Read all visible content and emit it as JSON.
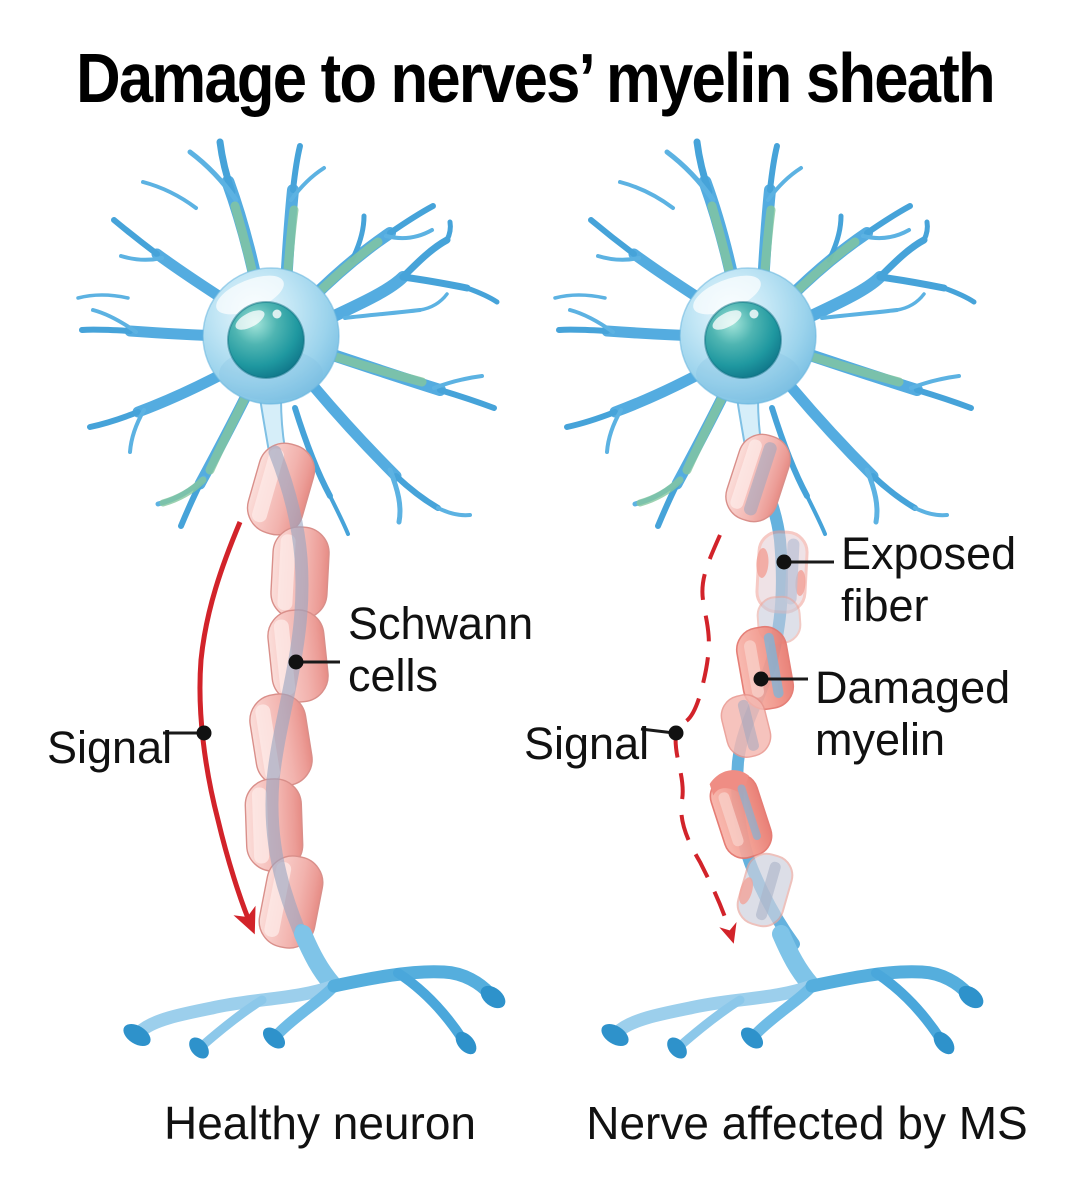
{
  "title": "Damage to nerves’ myelin sheath",
  "healthy_panel": {
    "caption": "Healthy neuron",
    "signal_label": "Signal",
    "schwann_label": "Schwann\ncells"
  },
  "ms_panel": {
    "caption": "Nerve affected by MS",
    "signal_label": "Signal",
    "exposed_label": "Exposed\nfiber",
    "damaged_label": "Damaged\nmyelin"
  },
  "colors": {
    "signal_red": "#d2232a",
    "dendrite_blue": "#54ace0",
    "soma_blue": "#a6d8ef",
    "nucleus_teal": "#1d8f96",
    "myelin_pink": "#f6c6c2",
    "damaged_myelin_salmon": "#ef8d82",
    "exposed_fiber_blue": "#64b2de",
    "axon_gray": "#9aa5c0",
    "label_black": "#111111"
  }
}
